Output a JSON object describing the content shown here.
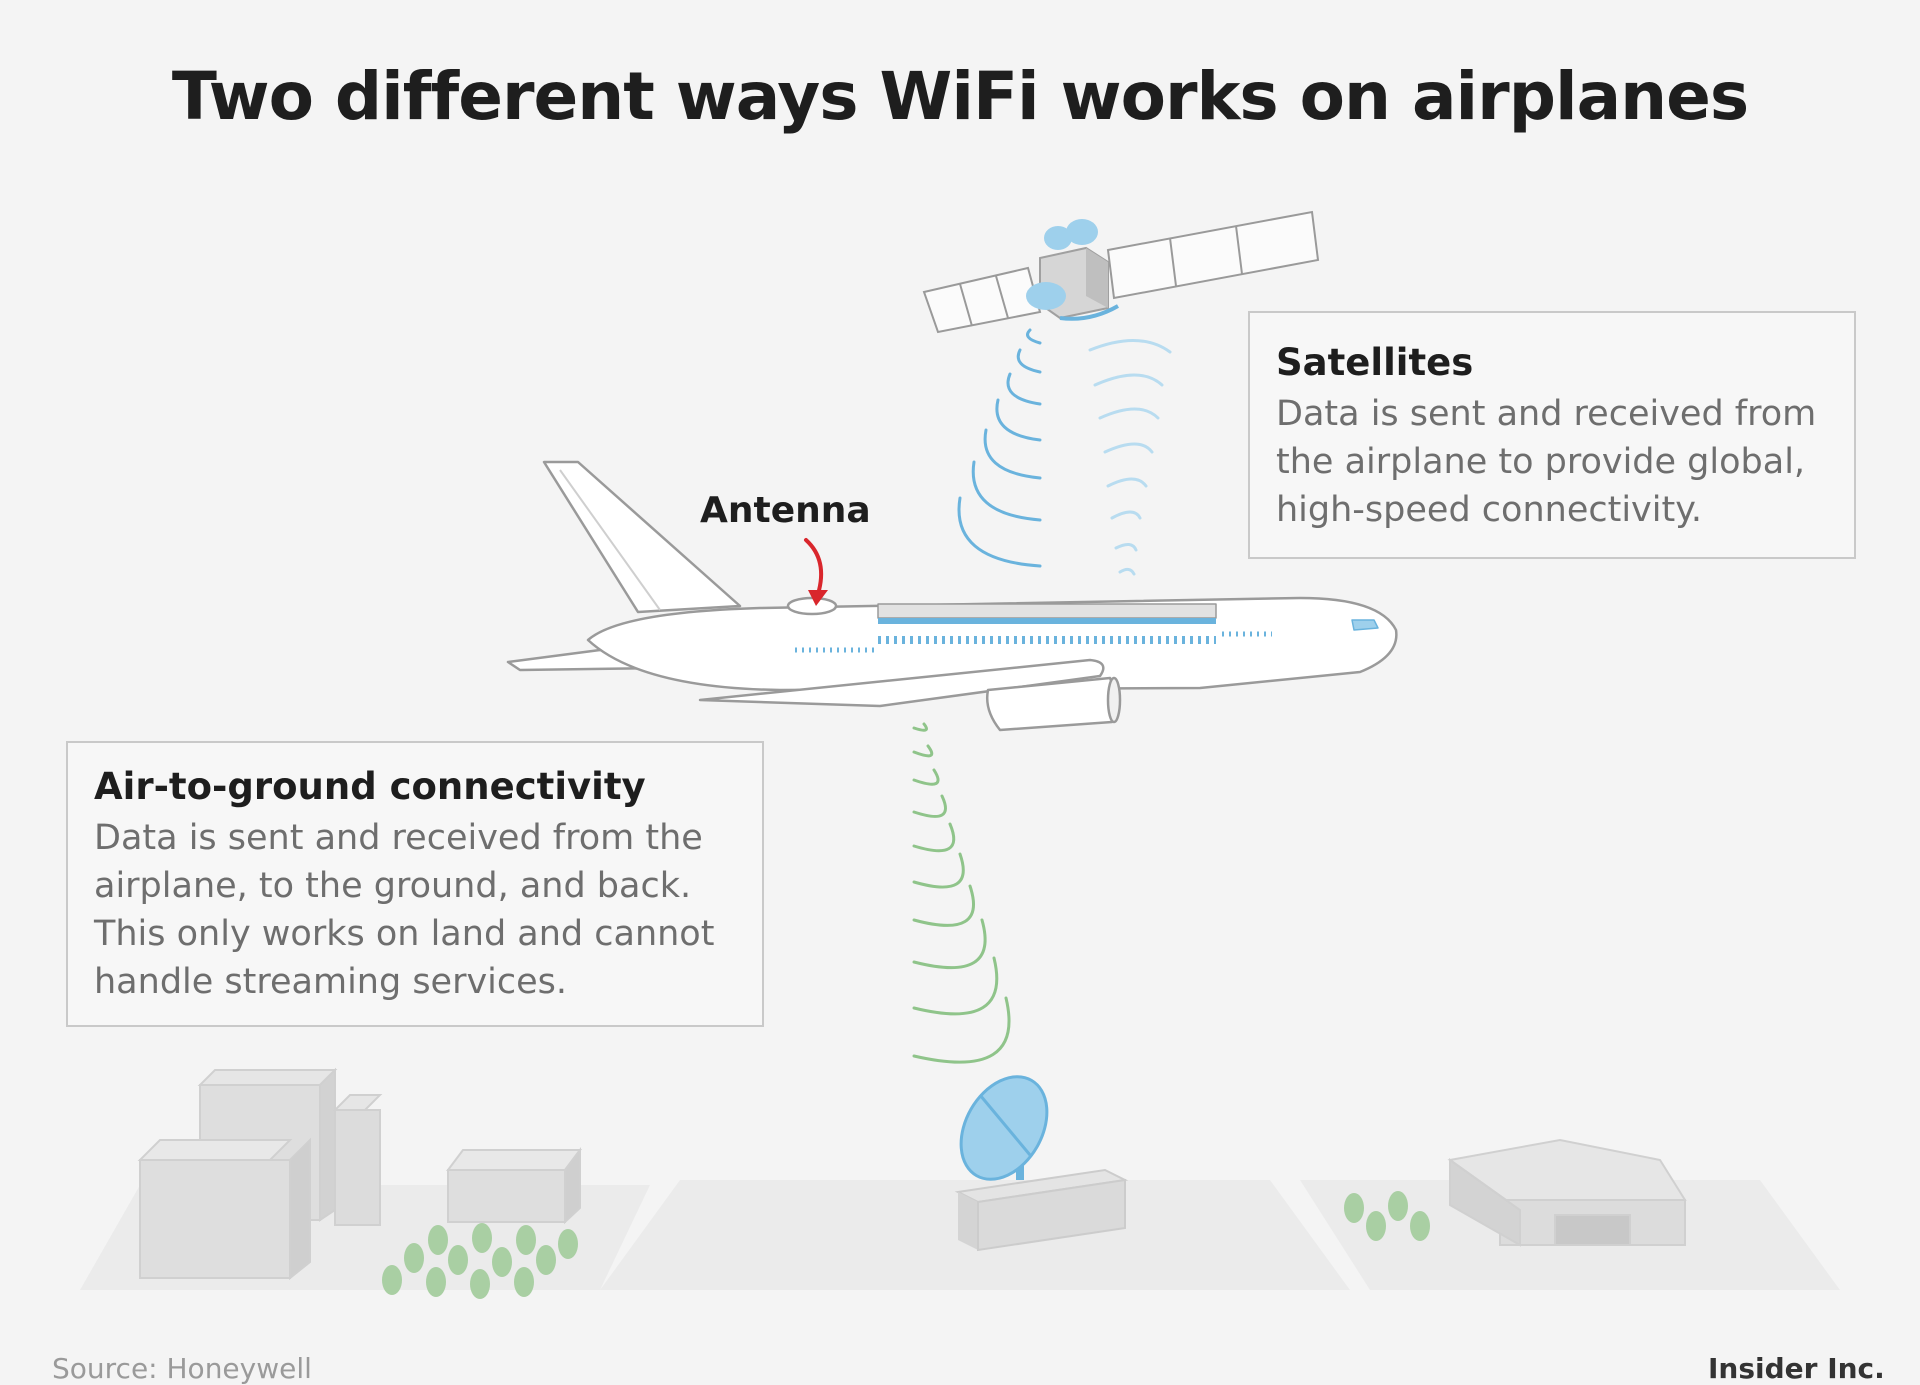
{
  "title": "Two different ways WiFi works on airplanes",
  "satellites": {
    "heading": "Satellites",
    "body": "Data is sent and received from the airplane to provide global, high-speed connectivity."
  },
  "air_to_ground": {
    "heading": "Air-to-ground connectivity",
    "body": "Data is sent and received from the airplane, to the ground, and back. This only works on land and cannot handle streaming services."
  },
  "antenna_label": "Antenna",
  "footer": {
    "source": "Source: Honeywell",
    "brand": "Insider Inc."
  },
  "colors": {
    "satellite_signal": "#6ab3dd",
    "ground_signal": "#8fc48a",
    "antenna_arrow": "#d9262c"
  }
}
